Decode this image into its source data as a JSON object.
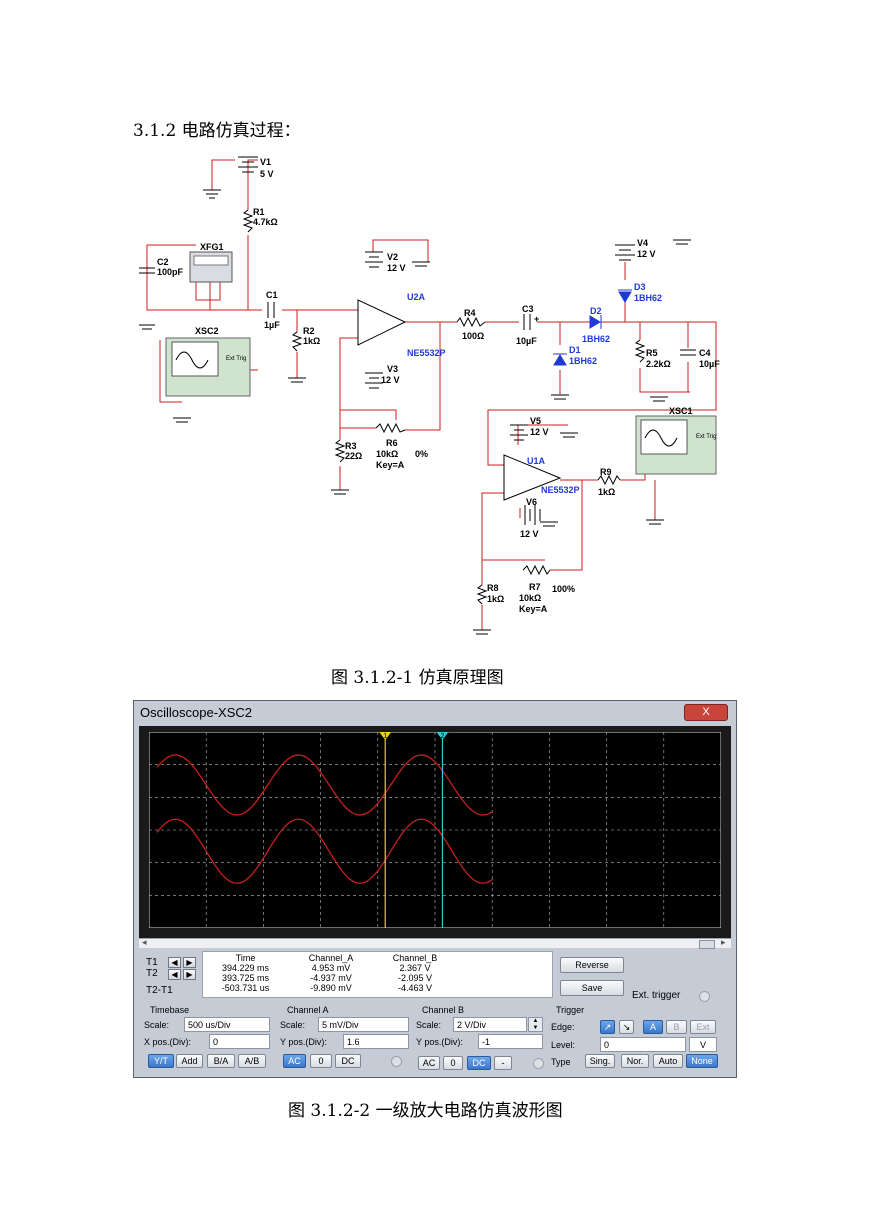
{
  "heading": "3.1.2 电路仿真过程：",
  "caption1": "图 3.1.2-1 仿真原理图",
  "caption2": "图 3.1.2-2 一级放大电路仿真波形图",
  "schematic": {
    "labels": {
      "V1": "V1",
      "V1_val": "5 V",
      "R1": "R1",
      "R1_val": "4.7kΩ",
      "XFG1": "XFG1",
      "C2": "C2",
      "C2_val": "100pF",
      "C1": "C1",
      "C1_val": "1µF",
      "R2": "R2",
      "R2_val": "1kΩ",
      "XSC2": "XSC2",
      "ext_trig": "Ext Trig",
      "V2": "V2",
      "V2_val": "12 V",
      "U2A": "U2A",
      "U2A_part": "NE5532P",
      "V3": "V3",
      "V3_val": "12 V",
      "R3": "R3",
      "R3_val": "22Ω",
      "R6": "R6",
      "R6_val": "10kΩ",
      "R6_pct": "0%",
      "R6_key": "Key=A",
      "R4": "R4",
      "R4_val": "100Ω",
      "C3": "C3",
      "C3_val": "10µF",
      "D2": "D2",
      "D2_part": "1BH62",
      "D1": "D1",
      "D1_part": "1BH62",
      "D3": "D3",
      "D3_part": "1BH62",
      "V4": "V4",
      "V4_val": "12 V",
      "R5": "R5",
      "R5_val": "2.2kΩ",
      "C4": "C4",
      "C4_val": "10µF",
      "XSC1": "XSC1",
      "V5": "V5",
      "V5_val": "12 V",
      "U1A": "U1A",
      "U1A_part": "NE5532P",
      "V6": "V6",
      "V6_val": "12 V",
      "R9": "R9",
      "R9_val": "1kΩ",
      "R8": "R8",
      "R8_val": "1kΩ",
      "R7": "R7",
      "R7_val": "10kΩ",
      "R7_pct": "100%",
      "R7_key": "Key=A",
      "plus": "+"
    }
  },
  "oscilloscope": {
    "title": "Oscilloscope-XSC2",
    "close": "X",
    "scroll_left": "◂",
    "scroll_right": "▸",
    "cursor_table": {
      "headers": [
        "Time",
        "Channel_A",
        "Channel_B"
      ],
      "rows": [
        {
          "label": "T1",
          "time": "394.229 ms",
          "a": "4.953 mV",
          "b": "2.367 V"
        },
        {
          "label": "T2",
          "time": "393.725 ms",
          "a": "-4.937 mV",
          "b": "-2.095 V"
        },
        {
          "label": "T2-T1",
          "time": "-503.731 us",
          "a": "-9.890 mV",
          "b": "-4.463 V"
        }
      ]
    },
    "buttons": {
      "reverse": "Reverse",
      "save": "Save",
      "ext_trigger": "Ext. trigger"
    },
    "timebase": {
      "title": "Timebase",
      "scale_label": "Scale:",
      "scale": "500 us/Div",
      "xpos_label": "X pos.(Div):",
      "xpos": "0",
      "modes": [
        "Y/T",
        "Add",
        "B/A",
        "A/B"
      ]
    },
    "channel_a": {
      "title": "Channel A",
      "scale_label": "Scale:",
      "scale": "5 mV/Div",
      "ypos_label": "Y pos.(Div):",
      "ypos": "1.6",
      "coupling": [
        "AC",
        "0",
        "DC"
      ]
    },
    "channel_b": {
      "title": "Channel B",
      "scale_label": "Scale:",
      "scale": "2 V/Div",
      "ypos_label": "Y pos.(Div):",
      "ypos": "-1",
      "coupling": [
        "AC",
        "0",
        "DC",
        "-"
      ]
    },
    "trigger": {
      "title": "Trigger",
      "edge_label": "Edge:",
      "edge_buttons": [
        "A",
        "B",
        "Ext"
      ],
      "level_label": "Level:",
      "level": "0",
      "level_unit": "V",
      "type_label": "Type",
      "types": [
        "Sing.",
        "Nor.",
        "Auto",
        "None"
      ]
    },
    "trace_color": "#d0231e",
    "cursor1_color": "#e8d21a",
    "cursor2_color": "#33c9d6",
    "cursor1_label": "1",
    "cursor2_label": "2"
  }
}
